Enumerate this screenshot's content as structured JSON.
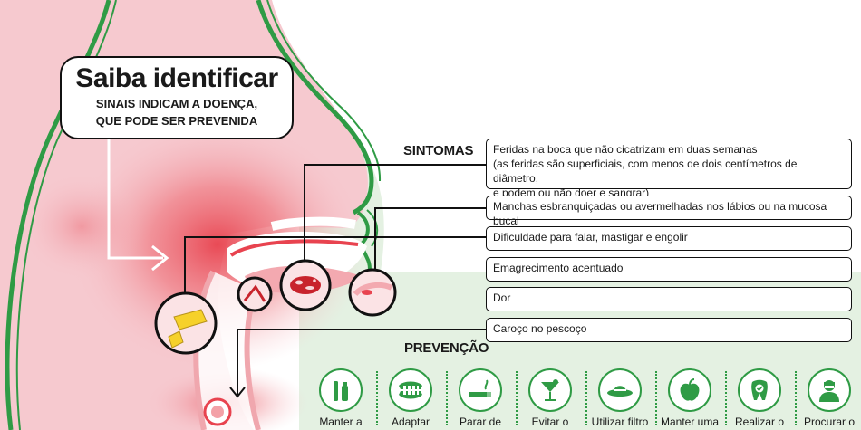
{
  "title": {
    "main": "Saiba identificar",
    "sub_line1": "SINAIS INDICAM A DOENÇA,",
    "sub_line2": "QUE PODE SER PREVENIDA"
  },
  "symptoms_heading": "SINTOMAS",
  "symptoms": [
    {
      "line1": "Feridas na boca que não cicatrizam em duas semanas",
      "line2": "(as feridas são superficiais, com menos de dois centímetros de diâmetro,",
      "line3": "e podem ou não doer e sangrar)"
    },
    {
      "line1": "Manchas esbranquiçadas ou avermelhadas nos lábios ou na mucosa bucal"
    },
    {
      "line1": "Dificuldade para falar, mastigar e engolir"
    },
    {
      "line1": "Emagrecimento acentuado"
    },
    {
      "line1": "Dor"
    },
    {
      "line1": "Caroço no pescoço"
    }
  ],
  "prevention_heading": "PREVENÇÃO",
  "prevention": [
    {
      "label": "Manter a",
      "icon": "toothbrush-icon"
    },
    {
      "label": "Adaptar",
      "icon": "denture-icon"
    },
    {
      "label": "Parar de",
      "icon": "cigarette-icon"
    },
    {
      "label": "Evitar o",
      "icon": "cocktail-icon"
    },
    {
      "label": "Utilizar filtro",
      "icon": "sun-hat-icon"
    },
    {
      "label": "Manter uma",
      "icon": "apple-icon"
    },
    {
      "label": "Realizar o",
      "icon": "tooth-exam-icon"
    },
    {
      "label": "Procurar o",
      "icon": "dentist-icon"
    }
  ],
  "colors": {
    "skin_pink": "#f6c9cf",
    "inflammation": "#e8434f",
    "outline_green": "#2f9b45",
    "background_green": "#e4f1e2",
    "lesion_red": "#c8232c",
    "cheese_yellow": "#f6d12a"
  }
}
